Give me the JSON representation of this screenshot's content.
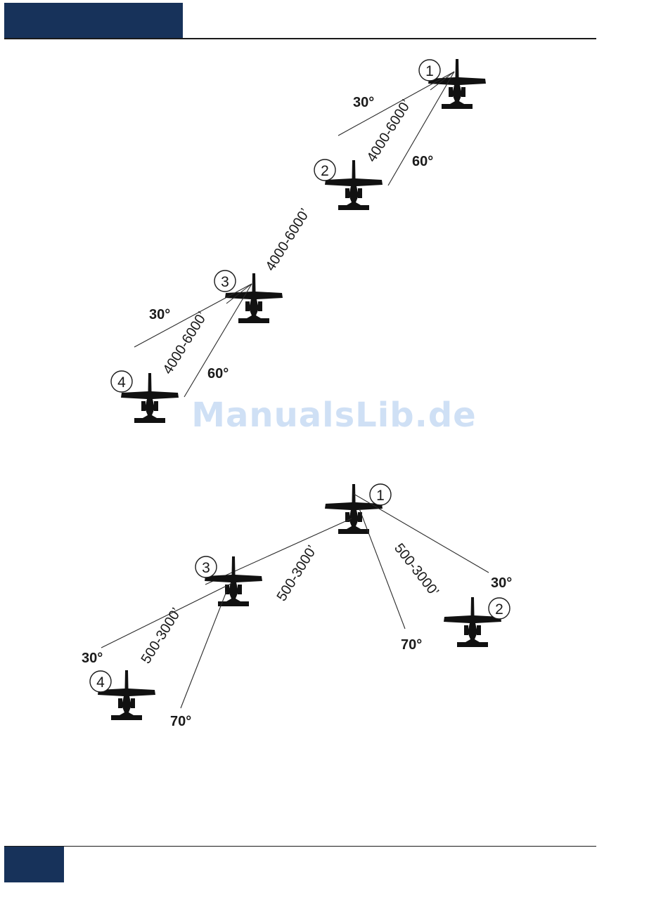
{
  "diagram_1": {
    "aircraft": [
      {
        "label": "1",
        "angle_left": "30°",
        "angle_right": "60°",
        "spacing": "4000-6000’"
      },
      {
        "label": "2",
        "spacing_next": "4000-6000’"
      },
      {
        "label": "3",
        "angle_left": "30°",
        "angle_right": "60°",
        "spacing": "4000-6000’"
      },
      {
        "label": "4"
      }
    ]
  },
  "diagram_2": {
    "lead": {
      "label": "1",
      "spacing_left": "500-3000’",
      "spacing_right": "500-3000’",
      "angle_left_lower": "70°",
      "angle_right": "30°"
    },
    "wing_right": {
      "label": "2"
    },
    "element_lead": {
      "label": "3",
      "spacing": "500-3000’",
      "angle_left": "30°",
      "angle_lower": "70°"
    },
    "wing_left": {
      "label": "4"
    }
  },
  "watermark": "ManualsLib.de",
  "colors": {
    "header": "#17325a",
    "ink": "#1a1a1a",
    "watermark": "#cfe0f5"
  }
}
